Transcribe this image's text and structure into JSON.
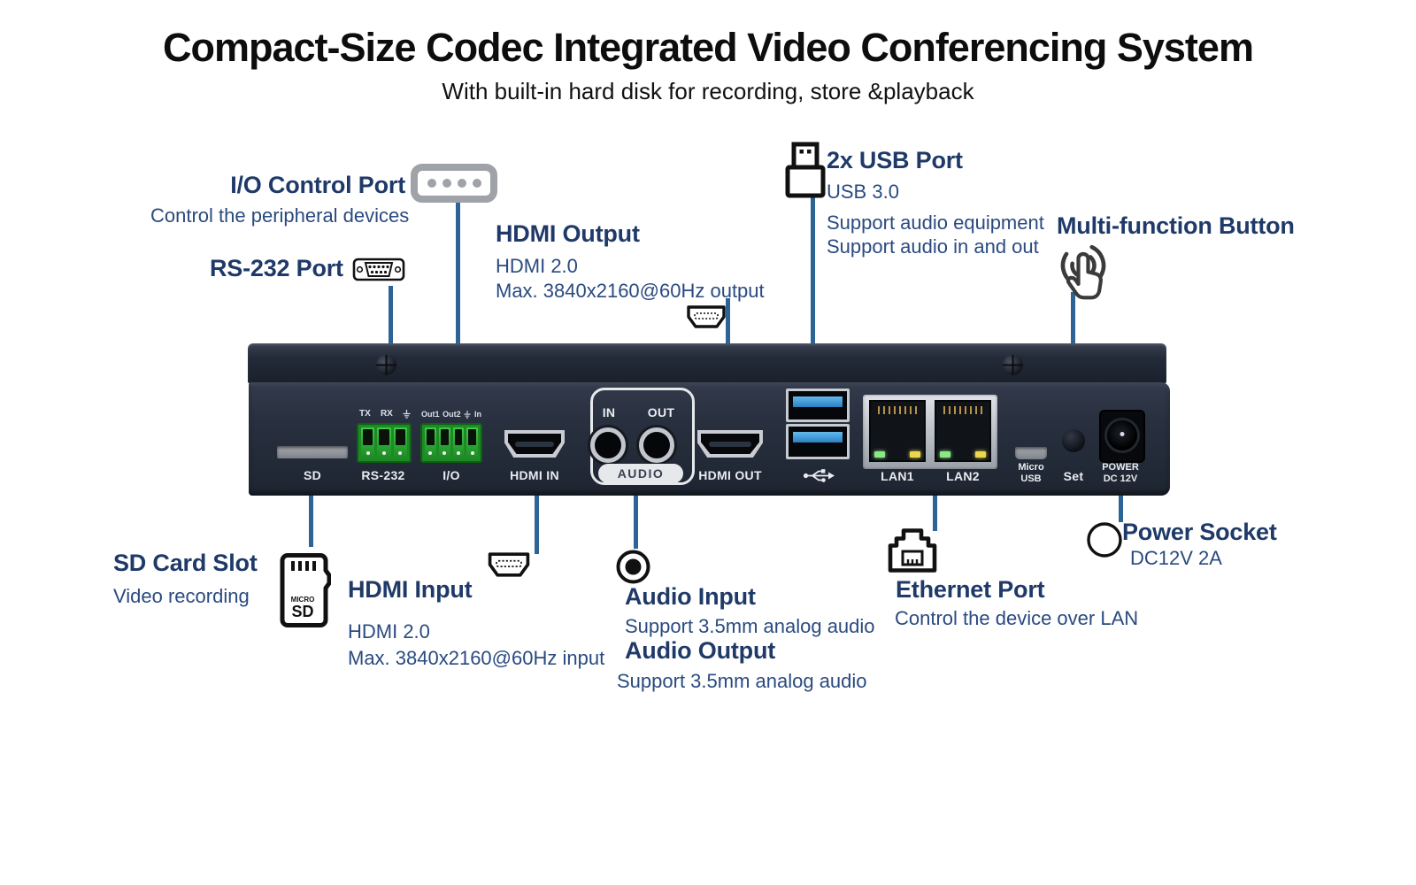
{
  "header": {
    "title": "Compact-Size Codec Integrated Video Conferencing System",
    "subtitle": "With built-in hard disk for recording, store &playback"
  },
  "annotations": {
    "io_control": {
      "title": "I/O Control Port",
      "desc": "Control the peripheral devices"
    },
    "rs232": {
      "title": "RS-232 Port"
    },
    "hdmi_output": {
      "title": "HDMI Output",
      "spec1": "HDMI 2.0",
      "spec2": "Max. 3840x2160@60Hz output"
    },
    "usb": {
      "title": "2x USB Port",
      "spec1": "USB 3.0",
      "spec2": "Support audio equipment",
      "spec3": "Support audio in and out"
    },
    "multifunction": {
      "title": "Multi-function Button"
    },
    "sd_card": {
      "title": "SD Card Slot",
      "desc": "Video recording"
    },
    "hdmi_input": {
      "title": "HDMI Input",
      "spec1": "HDMI 2.0",
      "spec2": "Max. 3840x2160@60Hz input"
    },
    "audio_input": {
      "title": "Audio Input",
      "desc": "Support 3.5mm analog audio"
    },
    "audio_output": {
      "title": "Audio Output",
      "desc": "Support 3.5mm analog audio"
    },
    "ethernet": {
      "title": "Ethernet Port",
      "desc": "Control the device over LAN"
    },
    "power": {
      "title": "Power Socket",
      "desc": "DC12V 2A"
    }
  },
  "device": {
    "labels": {
      "sd": "SD",
      "rs232": "RS-232",
      "io": "I/O",
      "hdmi_in": "HDMI IN",
      "audio": "AUDIO",
      "audio_in": "IN",
      "audio_out": "OUT",
      "hdmi_out": "HDMI OUT",
      "lan1": "LAN1",
      "lan2": "LAN2",
      "micro_usb_line1": "Micro",
      "micro_usb_line2": "USB",
      "set": "Set",
      "power_line1": "POWER",
      "power_line2": "DC 12V"
    },
    "pin_labels": {
      "rs232_tx": "TX",
      "rs232_rx": "RX",
      "io_out1": "Out1",
      "io_out2": "Out2",
      "io_in": "In"
    },
    "sd_icon": {
      "line1": "MICRO",
      "line2": "SD"
    }
  },
  "colors": {
    "heading_navy": "#1f3a68",
    "body_navy": "#2a4a80",
    "connector_line": "#2d6496",
    "device_body": "#28303f",
    "terminal_green": "#2fa333",
    "usb_blue": "#3f9ddc"
  }
}
